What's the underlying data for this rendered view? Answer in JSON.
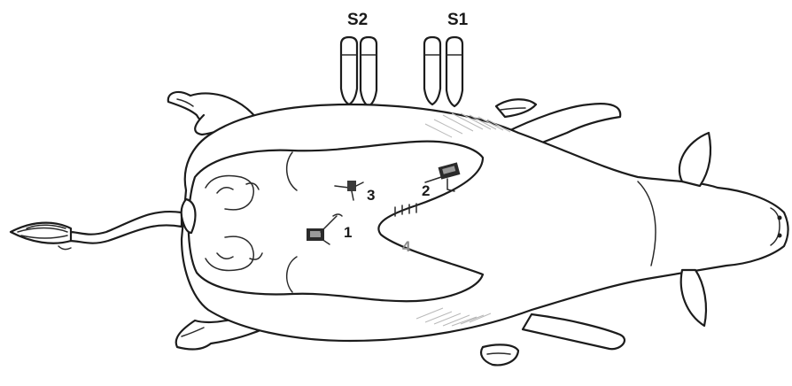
{
  "labels": {
    "s2": "S2",
    "s1": "S1",
    "port1": "1",
    "port2": "2",
    "port3": "3",
    "port4": "4"
  },
  "colors": {
    "line": "#1c1c1c",
    "fill": "#ffffff",
    "shade": "#b9b9b9",
    "label_dark": "#1a1a1a",
    "label_grey": "#8a8a8a"
  }
}
